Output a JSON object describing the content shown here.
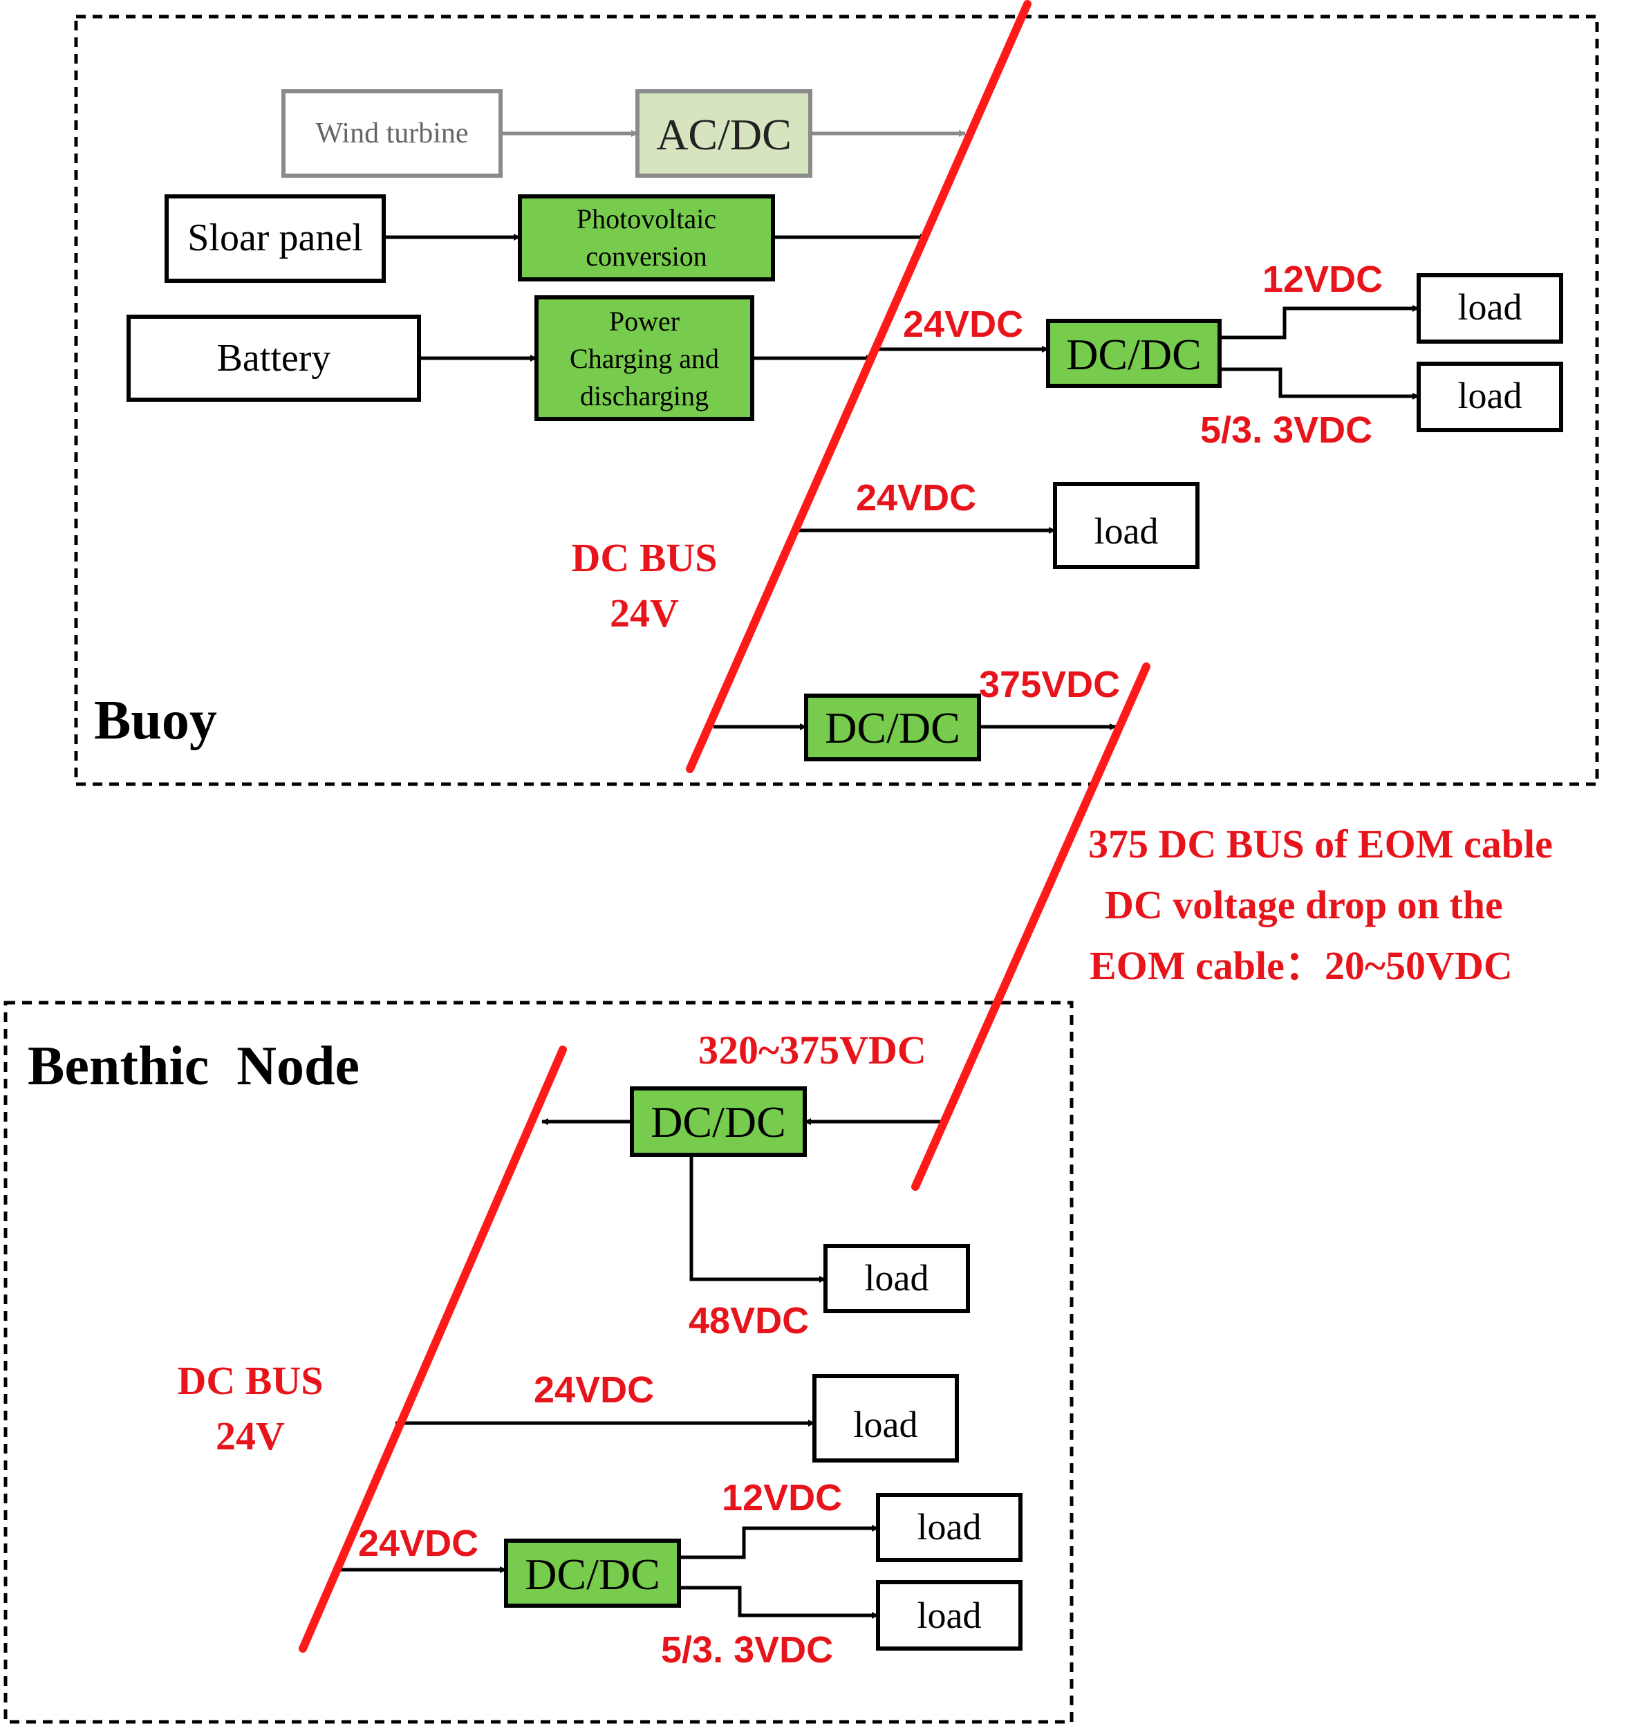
{
  "colors": {
    "bus": "#ff1a1a",
    "label_red": "#e8141b",
    "green_fill": "#77cc4d",
    "pale_green_fill": "#d6e4bf",
    "gray": "#8a8a8a",
    "black": "#000000"
  },
  "buoy": {
    "title": "Buoy",
    "wind_turbine": "Wind turbine",
    "acdc": "AC/DC",
    "solar_panel": "Sloar panel",
    "pv_conv_1": "Photovoltaic",
    "pv_conv_2": "conversion",
    "battery": "Battery",
    "power_cd_1": "Power",
    "power_cd_2": "Charging and",
    "power_cd_3": "discharging",
    "dcdc_top": "DC/DC",
    "v_24_a": "24VDC",
    "v_12": "12VDC",
    "v_5_3": "5/3. 3VDC",
    "load_1": "load",
    "load_2": "load",
    "v_24_b": "24VDC",
    "load_3": "load",
    "bus_label_1": "DC BUS",
    "bus_label_2": "24V",
    "dcdc_bottom": "DC/DC",
    "v_375": "375VDC"
  },
  "cable": {
    "line1": "375 DC BUS of EOM cable",
    "line2": "DC voltage drop on the",
    "line3": "EOM cable：20~50VDC"
  },
  "benthic": {
    "title": "Benthic  Node",
    "v_320_375": "320~375VDC",
    "dcdc_main": "DC/DC",
    "load_48": "load",
    "v_48": "48VDC",
    "bus_label_1": "DC BUS",
    "bus_label_2": "24V",
    "v_24_a": "24VDC",
    "load_24": "load",
    "v_12": "12VDC",
    "v_24_b": "24VDC",
    "dcdc_low": "DC/DC",
    "load_12": "load",
    "load_5": "load",
    "v_5_3": "5/3. 3VDC"
  }
}
